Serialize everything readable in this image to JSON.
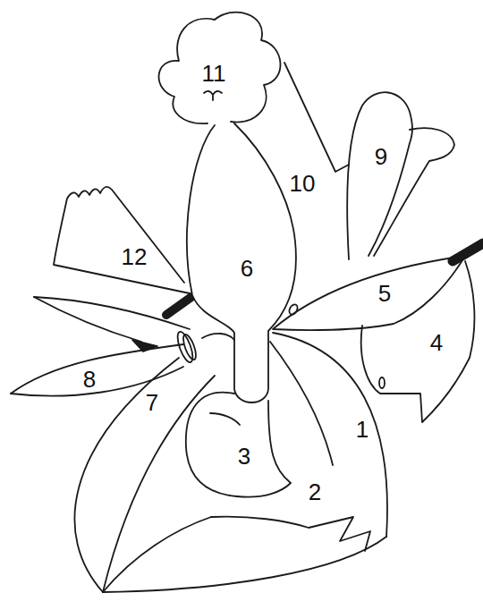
{
  "diagram": {
    "labels": [
      "1",
      "2",
      "3",
      "4",
      "5",
      "6",
      "7",
      "8",
      "9",
      "10",
      "11",
      "12"
    ]
  }
}
